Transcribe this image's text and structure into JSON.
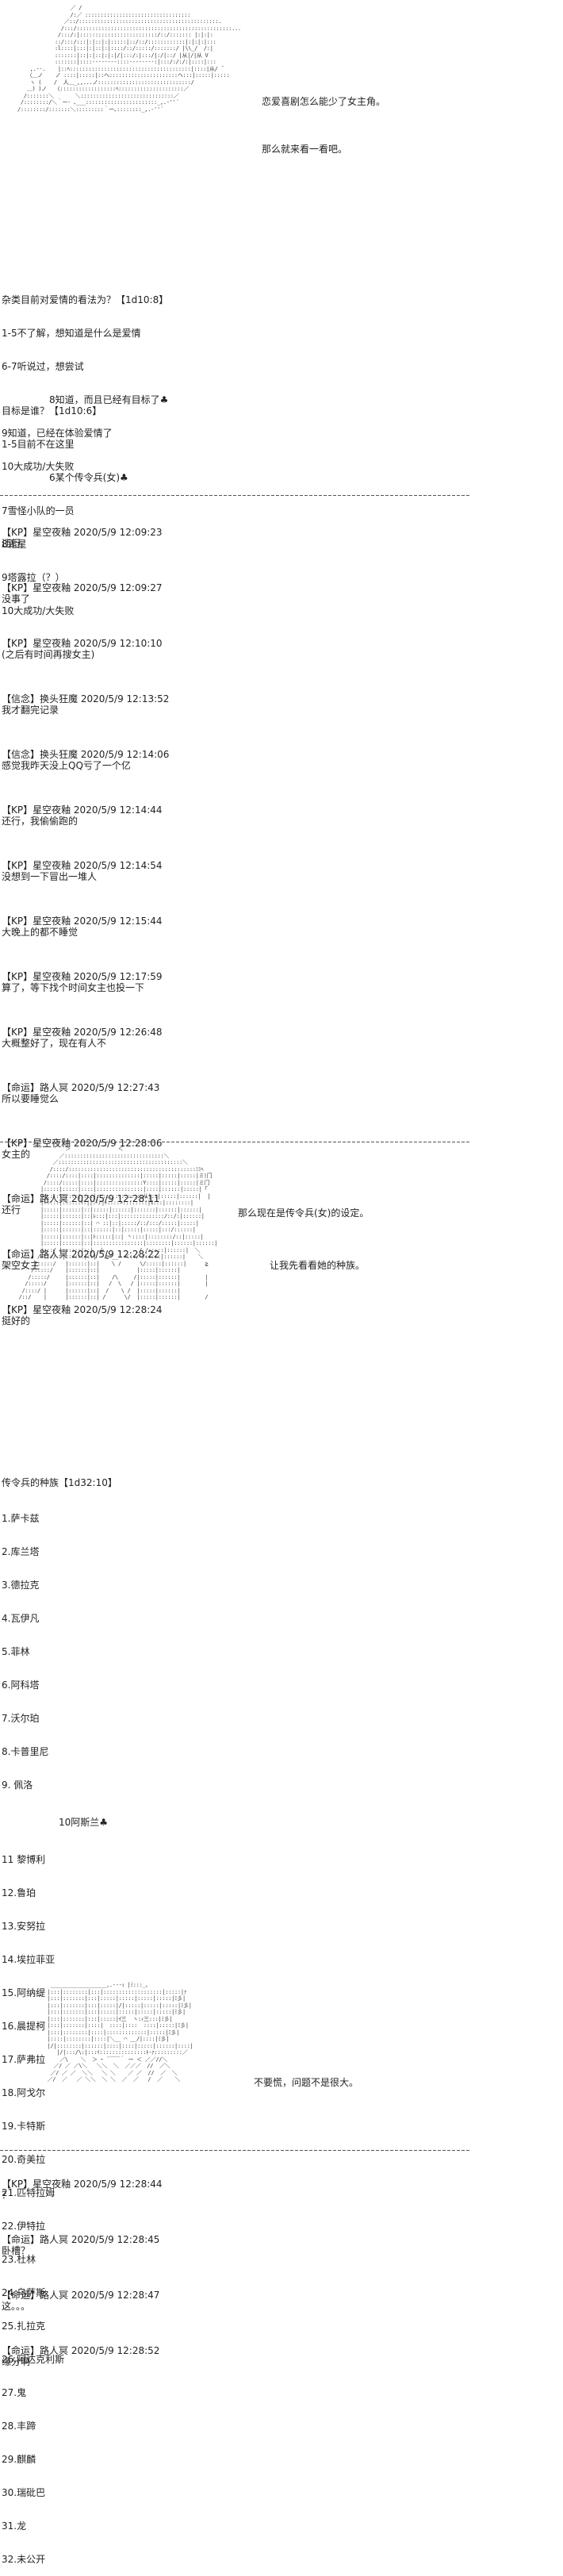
{
  "scene1": {
    "speech": [
      "恋爱喜剧怎么能少了女主角。",
      "那么就来看一看吧。"
    ]
  },
  "rolls": {
    "r1_title": "杂类目前对爱情的看法为？【1d10:8】",
    "r1_lines": [
      "1-5不了解，想知道是什么是爱情",
      "6-7听说过，想尝试",
      "8知道，而且已经有目标了♣",
      "9知道，已经在体验爱情了",
      "10大成功/大失败"
    ],
    "r2_title": "目标是谁？【1d10:6】",
    "r2_lines": [
      "1-5目前不在这里",
      "6某个传令兵(女)♣",
      "7雪怪小队的一员",
      "8霜星",
      "9塔露拉（？）",
      "10大成功/大失败"
    ]
  },
  "log1": [
    {
      "name": "【KP】星空夜釉 2020/5/9 12:09:23",
      "text": "还行"
    },
    {
      "name": "【KP】星空夜釉 2020/5/9 12:09:27",
      "text": "没事了"
    },
    {
      "name": "【KP】星空夜釉 2020/5/9 12:10:10",
      "text": "(之后有时间再搜女主)"
    },
    {
      "name": "【信念】换头狂魔 2020/5/9 12:13:52",
      "text": "我才翻完记录"
    },
    {
      "name": "【信念】换头狂魔 2020/5/9 12:14:06",
      "text": "感觉我昨天没上QQ亏了一个亿"
    },
    {
      "name": "【KP】星空夜釉 2020/5/9 12:14:44",
      "text": "还行，我偷偷跑的"
    },
    {
      "name": "【KP】星空夜釉 2020/5/9 12:14:54",
      "text": "没想到一下冒出一堆人"
    },
    {
      "name": "【KP】星空夜釉 2020/5/9 12:15:44",
      "text": "大晚上的都不睡觉"
    },
    {
      "name": "【KP】星空夜釉 2020/5/9 12:17:59",
      "text": "算了，等下找个时间女主也投一下"
    },
    {
      "name": "【KP】星空夜釉 2020/5/9 12:26:48",
      "text": "大概整好了，现在有人不"
    },
    {
      "name": "【命运】路人冥 2020/5/9 12:27:43",
      "text": "所以要睡觉么"
    },
    {
      "name": "【KP】星空夜釉 2020/5/9 12:28:06",
      "text": "女主的"
    },
    {
      "name": "【命运】路人冥 2020/5/9 12:28:11",
      "text": "还行"
    },
    {
      "name": "【命运】路人冥 2020/5/9 12:28:22",
      "text": "架空女主"
    },
    {
      "name": "【KP】星空夜釉 2020/5/9 12:28:24",
      "text": "挺好的"
    }
  ],
  "scene2": {
    "speech": [
      "那么现在是传令兵(女)的设定。",
      "让我先看看她的种族。"
    ]
  },
  "race": {
    "title": "传令兵的种族【1d32:10】",
    "lines": [
      "1.萨卡兹",
      "2.库兰塔",
      "3.德拉克",
      "4.瓦伊凡",
      "5.菲林",
      "6.阿科塔",
      "7.沃尔珀",
      "8.卡普里尼",
      "9. 佩洛",
      "10阿斯兰♣",
      "11 黎博利",
      "12.鲁珀",
      "13.安努拉",
      "14.埃拉菲亚",
      "15.阿纳缇",
      "16.晨提柯",
      "17.萨弗拉",
      "18.阿戈尔",
      "19.卡特斯",
      "20.奇美拉",
      "21.匹特拉姆",
      "22.伊特拉",
      "23.杜林",
      "24.乌萨斯",
      "25.扎拉克",
      "26.阿达克利斯",
      "27.鬼",
      "28.丰蹄",
      "29.麒麟",
      "30.瑞砒巴",
      "31.龙",
      "32.未公开"
    ]
  },
  "scene3": {
    "speech": [
      "不要慌，问题不是很大。"
    ]
  },
  "log2": [
    {
      "name": "【KP】星空夜釉 2020/5/9 12:28:44",
      "text": "？"
    },
    {
      "name": "【命运】路人冥 2020/5/9 12:28:45",
      "text": "卧槽？"
    },
    {
      "name": "【命运】路人冥 2020/5/9 12:28:47",
      "text": "这。。。"
    },
    {
      "name": "【命运】路人冥 2020/5/9 12:28:52",
      "text": "缘分啊"
    }
  ]
}
